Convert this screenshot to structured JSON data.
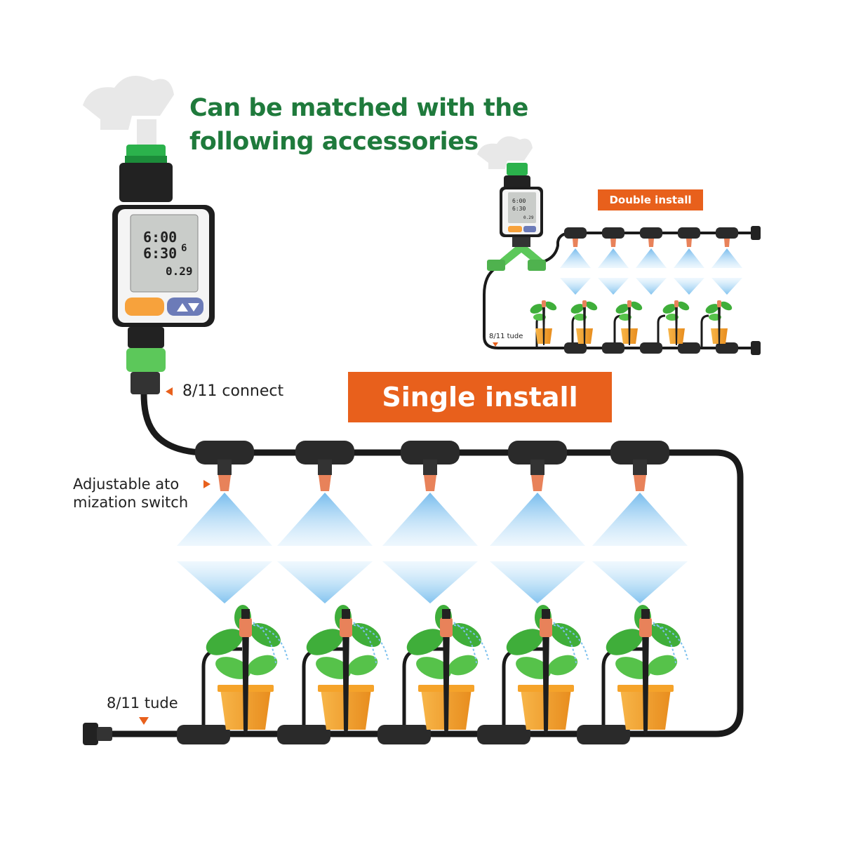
{
  "headline": {
    "line1": "Can be matched with the",
    "line2": "following accessories",
    "color": "#1f7a3c"
  },
  "badges": {
    "single": "Single install",
    "double": "Double install",
    "color": "#e8601c"
  },
  "labels": {
    "connect": "8/11 connect",
    "switch_line1": "Adjustable ato",
    "switch_line2": "mization switch",
    "tube": "8/11 tude",
    "tube_small": "8/11 tude"
  },
  "timer_display": {
    "time1": "6:00",
    "time2": "6:30",
    "minutes": "6",
    "countdown": "0.29"
  },
  "colors": {
    "hose": "#1a1a1a",
    "connector_green": "#5cc85a",
    "nozzle": "#e8825a",
    "spray": "#9fd3f2",
    "pot": "#f5a32a",
    "leaf": "#3fae3a",
    "timer_button": "#f7a23c",
    "timer_button2": "#6c7bb8"
  },
  "icons": [
    "faucet-icon",
    "water-timer-icon",
    "tee-connector-icon",
    "nozzle-icon",
    "plant-pot-icon",
    "y-splitter-icon",
    "end-plug-icon"
  ]
}
